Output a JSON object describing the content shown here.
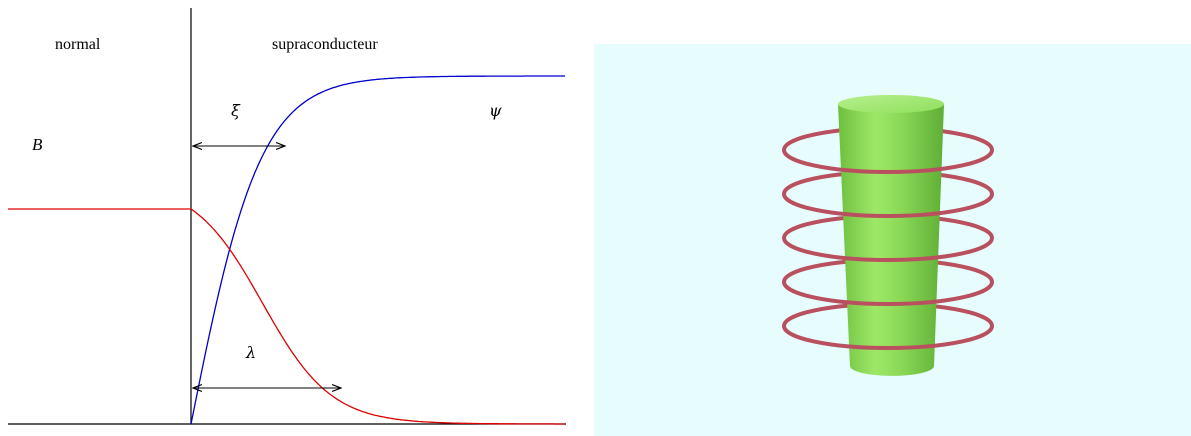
{
  "diagram": {
    "left_panel": {
      "labels": {
        "normal": "normal",
        "superconductor": "supraconducteur",
        "field": "B",
        "order_parameter": "ψ",
        "coherence_length": "ξ",
        "penetration_depth": "λ"
      },
      "colors": {
        "order_parameter_curve": "#0000cc",
        "field_curve": "#dd0000",
        "axes": "#000000",
        "arrows": "#000000"
      }
    },
    "right_panel": {
      "colors": {
        "background": "#e6fcfd",
        "cylinder": "#88dd55",
        "rings": "#b85060"
      },
      "ring_count": 5
    }
  }
}
